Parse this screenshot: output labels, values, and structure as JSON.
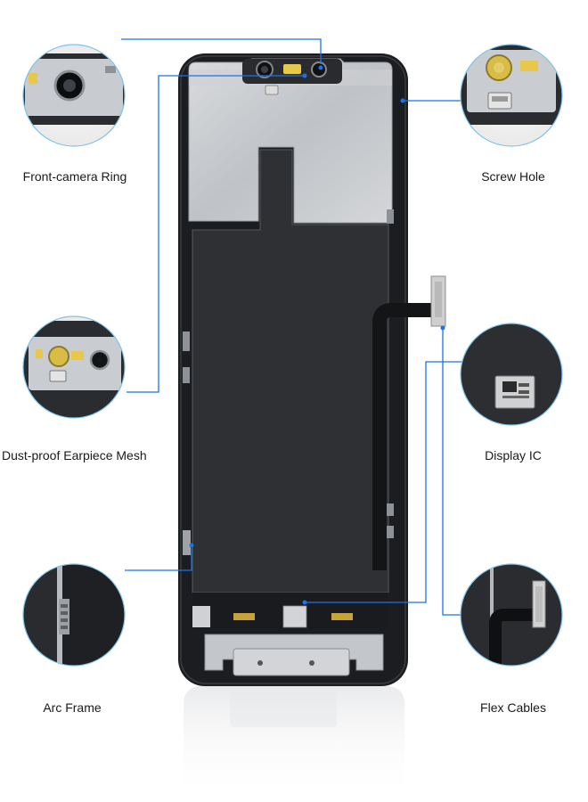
{
  "callouts": {
    "front_camera_ring": "Front-camera Ring",
    "screw_hole": "Screw Hole",
    "dust_proof_mesh": "Dust-proof Earpiece Mesh",
    "display_ic": "Display IC",
    "arc_frame": "Arc Frame",
    "flex_cables": "Flex Cables"
  },
  "colors": {
    "leader_line": "#1a73e8",
    "circle_border": "#7fc3ea",
    "panel_black": "#1c1d20",
    "shield_gray": "#c9ccd0",
    "display_gray": "#2e3034",
    "flex_black": "#141516"
  },
  "icons": [
    "front-camera-icon",
    "screw-hole-icon",
    "mesh-icon",
    "chip-icon",
    "frame-clip-icon",
    "flex-cable-icon"
  ]
}
